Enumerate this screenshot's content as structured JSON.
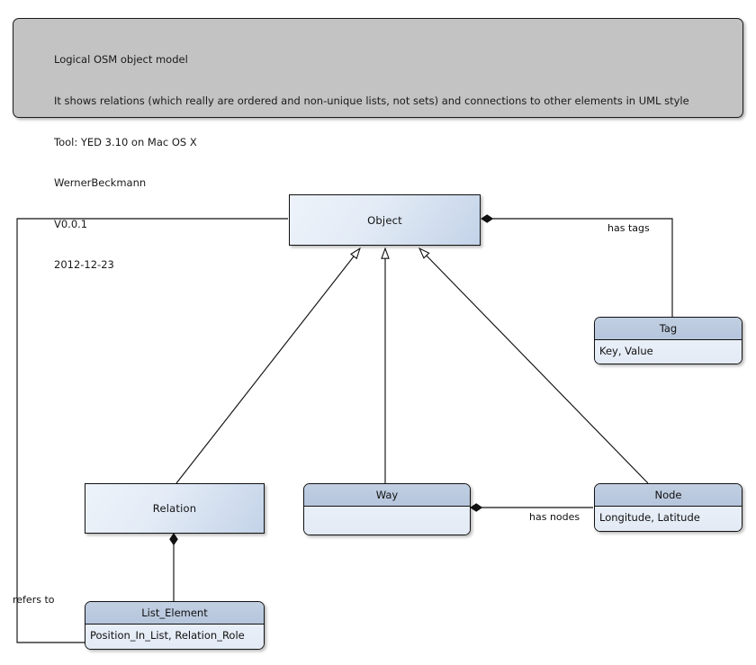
{
  "note": {
    "lines": [
      "Logical OSM object model",
      "It shows relations (which really are ordered and non-unique lists, not sets) and connections to other elements in UML style",
      "Tool: YED 3.10 on Mac OS X",
      "WernerBeckmann",
      "V0.0.1",
      "2012-12-23"
    ],
    "background_color": "#c3c3c3"
  },
  "diagram": {
    "type": "uml-class-diagram",
    "classes": [
      {
        "id": "object",
        "name": "Object",
        "attributes": ""
      },
      {
        "id": "tag",
        "name": "Tag",
        "attributes": "Key, Value"
      },
      {
        "id": "relation",
        "name": "Relation",
        "attributes": ""
      },
      {
        "id": "way",
        "name": "Way",
        "attributes": ""
      },
      {
        "id": "node",
        "name": "Node",
        "attributes": "Longitude, Latitude"
      },
      {
        "id": "list_element",
        "name": "List_Element",
        "attributes": "Position_In_List, Relation_Role"
      }
    ],
    "edges": [
      {
        "from": "object",
        "to": "tag",
        "kind": "composition",
        "label": "has tags"
      },
      {
        "from": "way",
        "to": "node",
        "kind": "composition",
        "label": "has nodes"
      },
      {
        "from": "relation",
        "to": "list_element",
        "kind": "composition",
        "label": ""
      },
      {
        "from": "list_element",
        "to": "object",
        "kind": "association",
        "label": "refers to"
      },
      {
        "from": "relation",
        "to": "object",
        "kind": "generalization",
        "label": ""
      },
      {
        "from": "way",
        "to": "object",
        "kind": "generalization",
        "label": ""
      },
      {
        "from": "node",
        "to": "object",
        "kind": "generalization",
        "label": ""
      }
    ],
    "colors": {
      "class_header": "#b5c5dc",
      "class_body": "#e4ebf5",
      "border": "#111111",
      "note_background": "#c3c3c3",
      "line": "#111111"
    }
  }
}
